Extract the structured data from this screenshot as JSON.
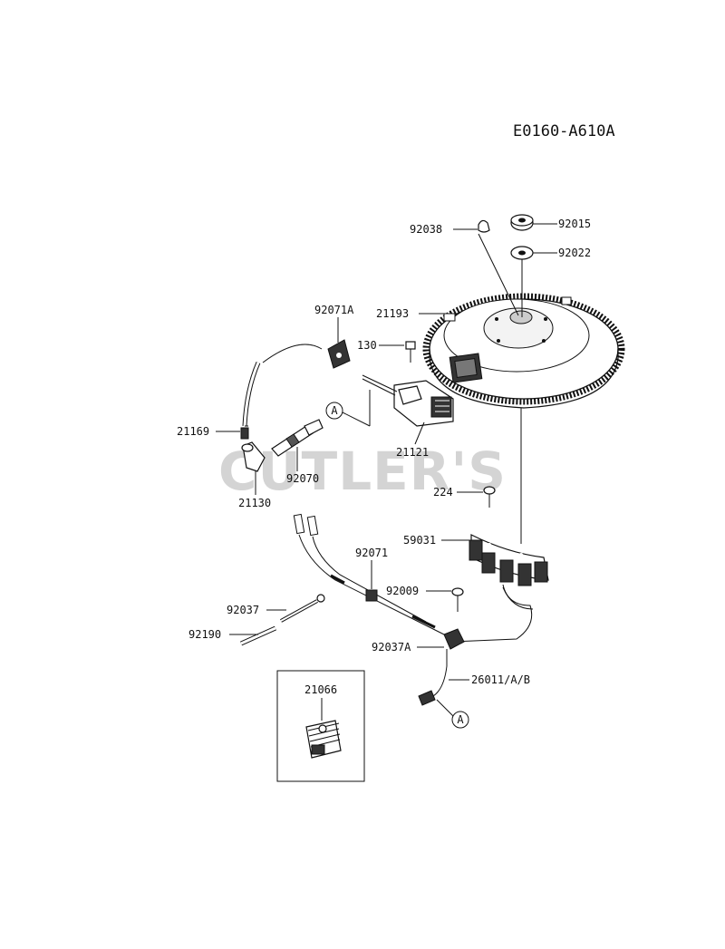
{
  "diagram": {
    "code": "E0160-A610A",
    "watermark": "CUTLER'S",
    "callout_letter": "A",
    "parts": {
      "p92038": "92038",
      "p92015": "92015",
      "p92022": "92022",
      "p92071A": "92071A",
      "p21193": "21193",
      "p130": "130",
      "p21169": "21169",
      "p21121": "21121",
      "p92070": "92070",
      "p21130": "21130",
      "p224": "224",
      "p59031": "59031",
      "p92071": "92071",
      "p92009": "92009",
      "p92037": "92037",
      "p92190": "92190",
      "p92037A": "92037A",
      "p26011": "26011/A/B",
      "p21066": "21066"
    }
  }
}
